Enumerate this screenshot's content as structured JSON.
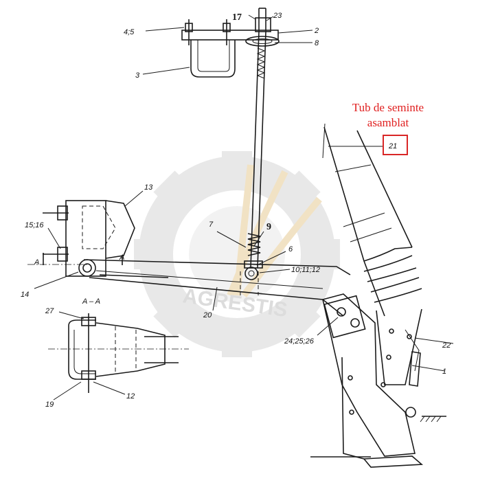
{
  "caption": {
    "line1": "Tub de seminte",
    "line2": "asamblat"
  },
  "section_label": "A – A",
  "watermark_text": "AGRESTIS",
  "colors": {
    "caption": "#e02020",
    "highlight_box": "#d92626",
    "watermark": "#e6e6e6",
    "watermark_wheat": "#f1e2c4"
  },
  "parts": {
    "p1": "1",
    "p2": "2",
    "p3": "3",
    "p4_5": "4;5",
    "p6": "6",
    "p7": "7",
    "p8": "8",
    "p9": "9",
    "p10_11_12": "10;11;12",
    "p12": "12",
    "p13": "13",
    "p14": "14",
    "p15_16": "15;16",
    "p17": "17",
    "p19": "19",
    "p20": "20",
    "p21": "21",
    "p22": "22",
    "p23": "23",
    "p24_25_26": "24;25;26",
    "p27": "27",
    "section_a1": "A",
    "section_a2": "A"
  }
}
